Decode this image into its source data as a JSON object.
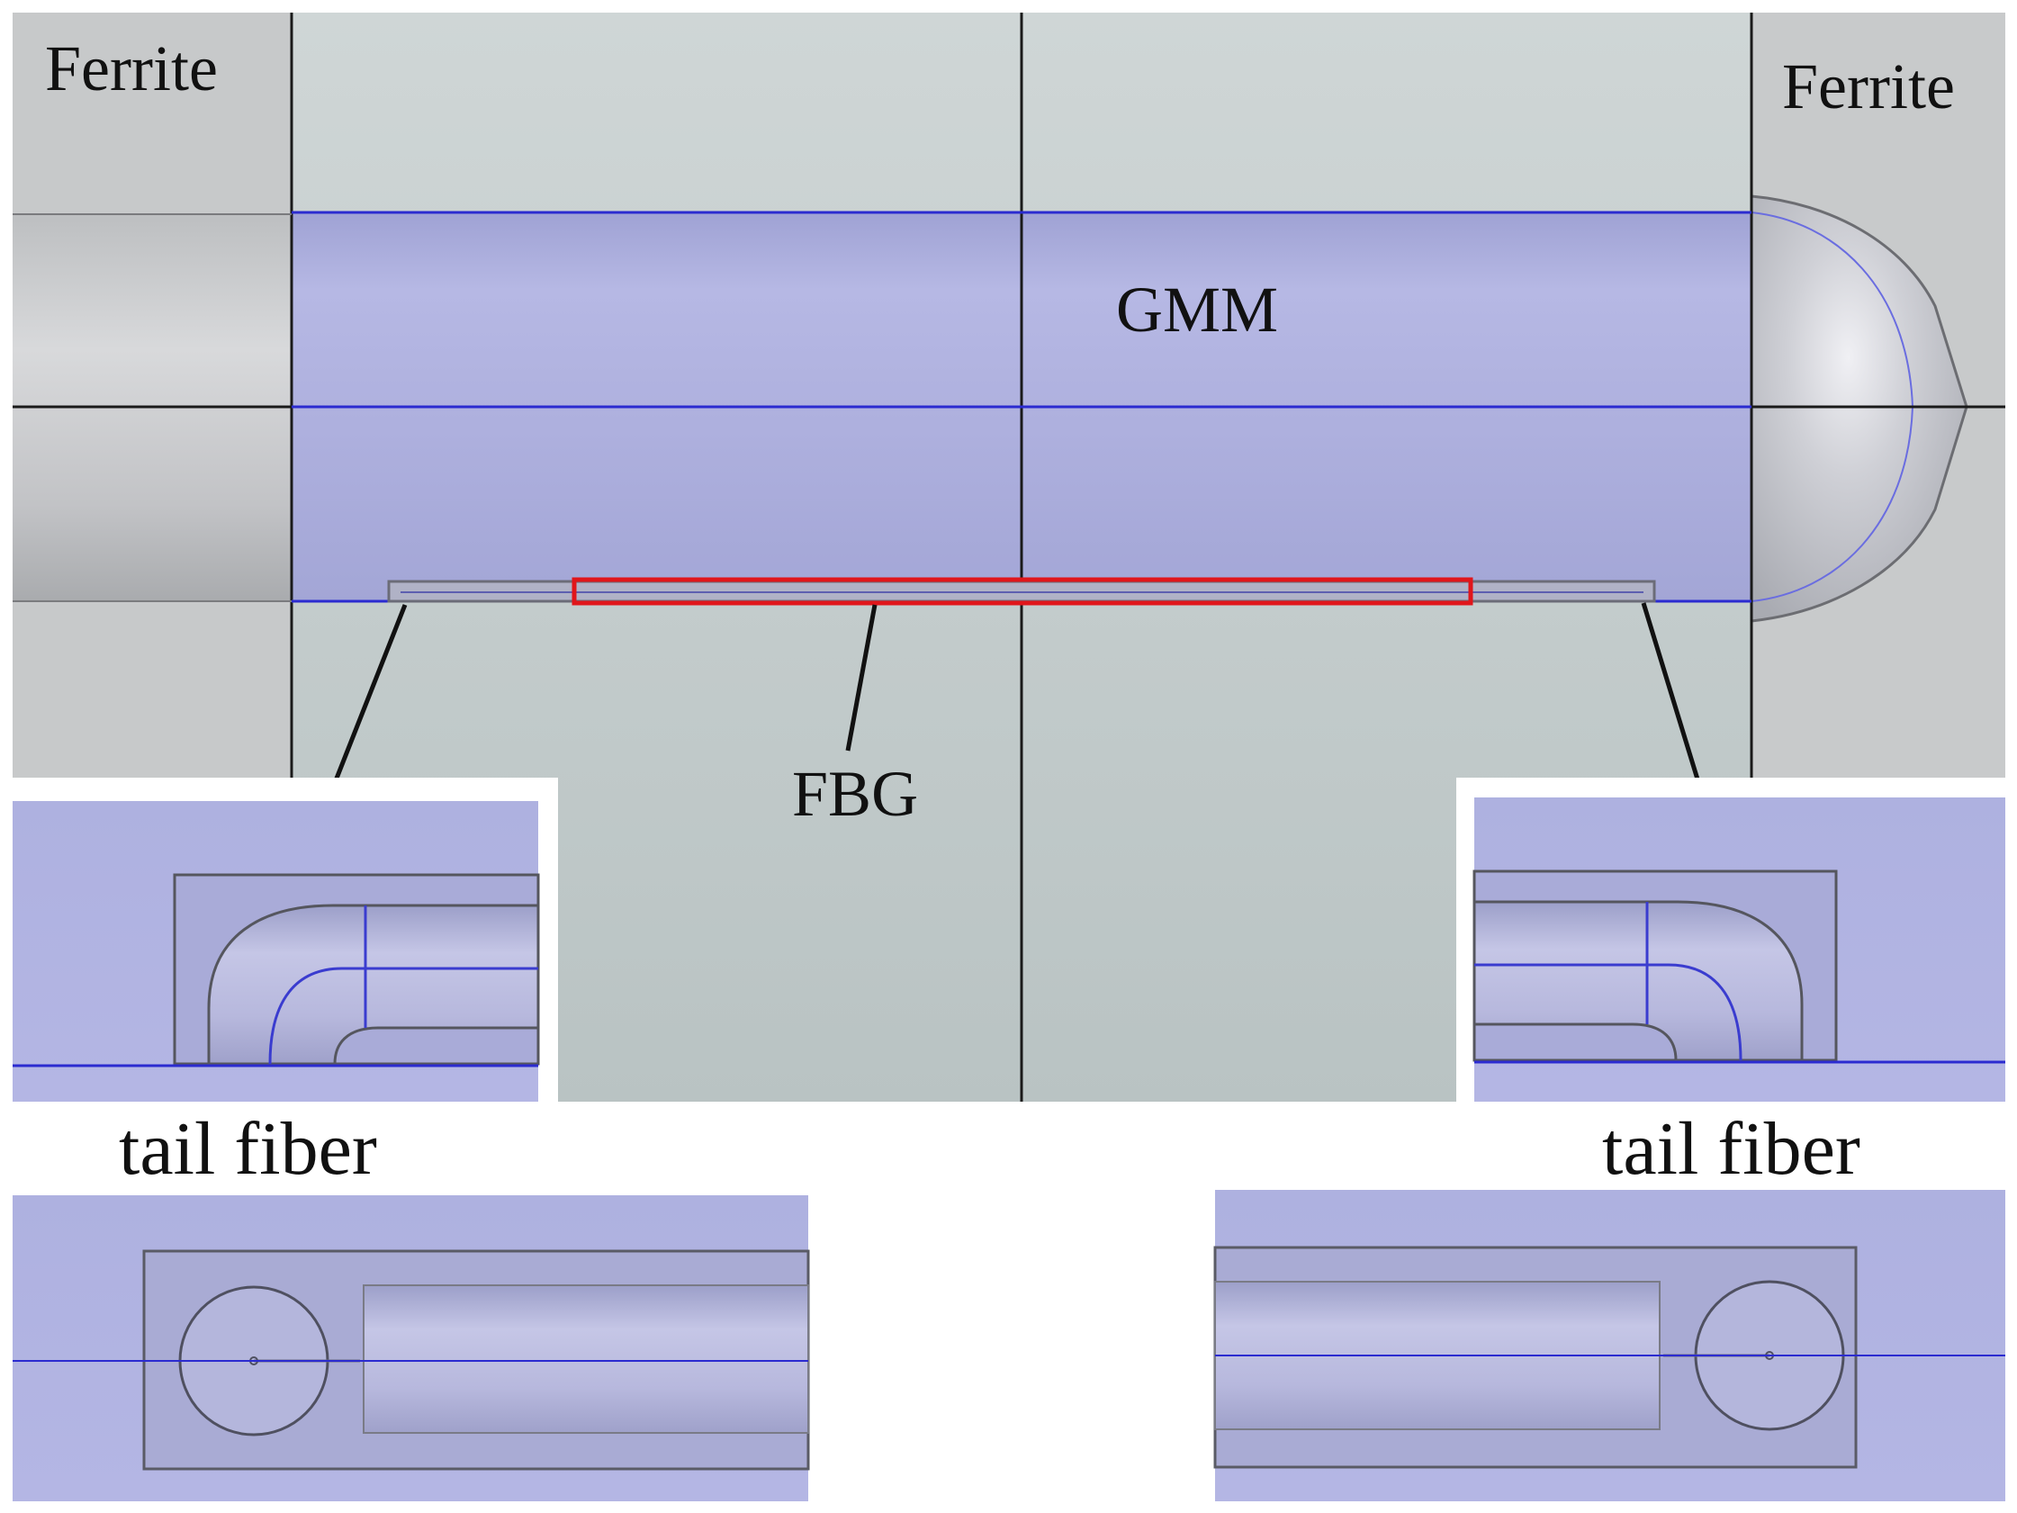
{
  "labels": {
    "ferrite_left": "Ferrite",
    "ferrite_right": "Ferrite",
    "gmm": "GMM",
    "fbg": "FBG",
    "tail_fiber_left": "tail fiber",
    "tail_fiber_right": "tail fiber"
  },
  "colors": {
    "background": "#ffffff",
    "model_background": "#c3cccc",
    "ferrite": "#c7c9c9",
    "gmm_body": "#aeb0dc",
    "edge_blue": "#2b2bd0",
    "edge_black": "#1a1a1a",
    "fbg_highlight": "#e0161b"
  }
}
